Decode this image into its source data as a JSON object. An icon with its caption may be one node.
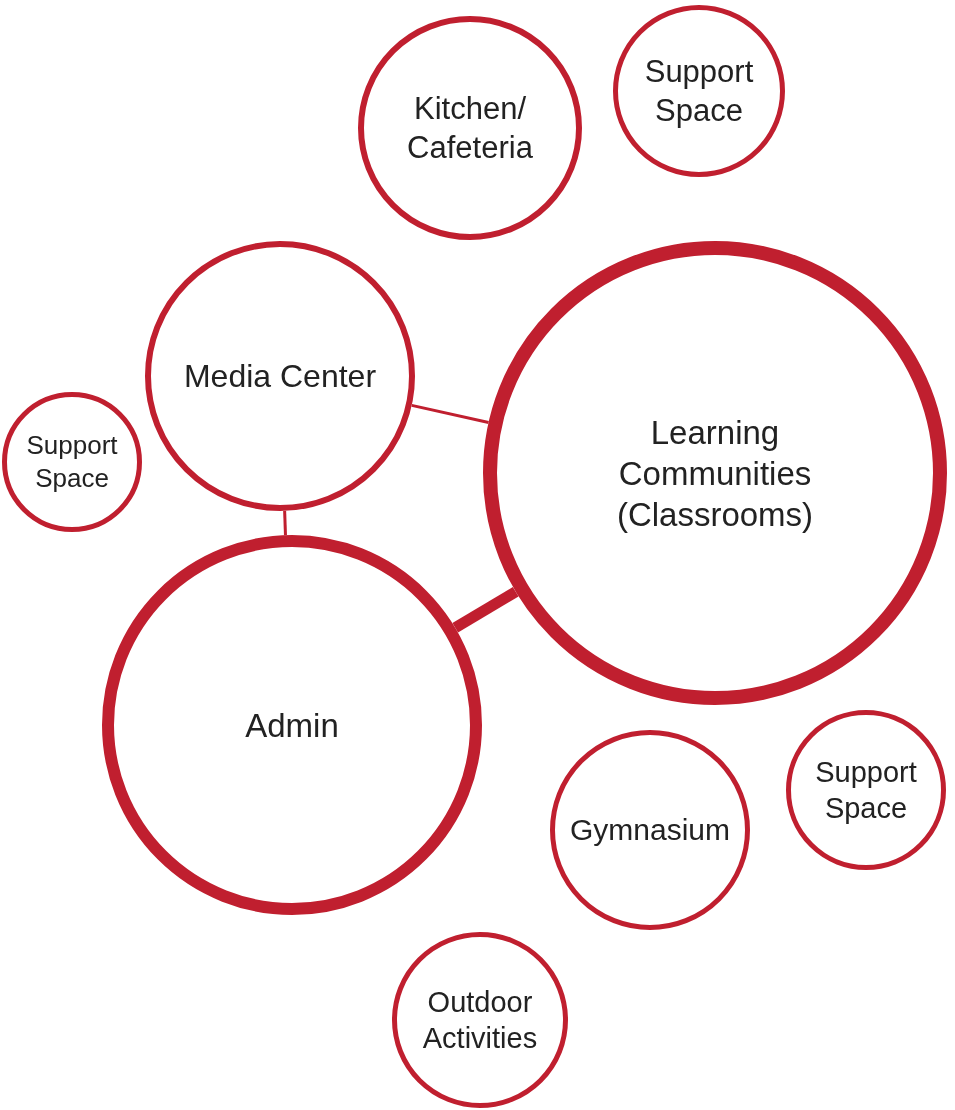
{
  "diagram": {
    "nodes": [
      {
        "text": [
          "Support Space"
        ]
      },
      {
        "text": [
          "Kitchen/ Cafeteria"
        ]
      },
      {
        "text": [
          "Media Center"
        ]
      },
      {
        "text": [
          "Learning Communities (Classrooms)"
        ]
      },
      {
        "text": [
          "Support Space"
        ]
      },
      {
        "text": [
          "Admin"
        ]
      },
      {
        "text": [
          "Support Space"
        ]
      },
      {
        "text": [
          "Gymnasium"
        ]
      },
      {
        "text": [
          "Outdoor Activities"
        ]
      }
    ],
    "edges": [
      {
        "from": 2,
        "to": 3,
        "arrow": "none"
      },
      {
        "from": 2,
        "to": 5,
        "arrow": "none"
      },
      {
        "from": 5,
        "to": 3,
        "arrow": "none",
        "style": "thick"
      }
    ]
  }
}
